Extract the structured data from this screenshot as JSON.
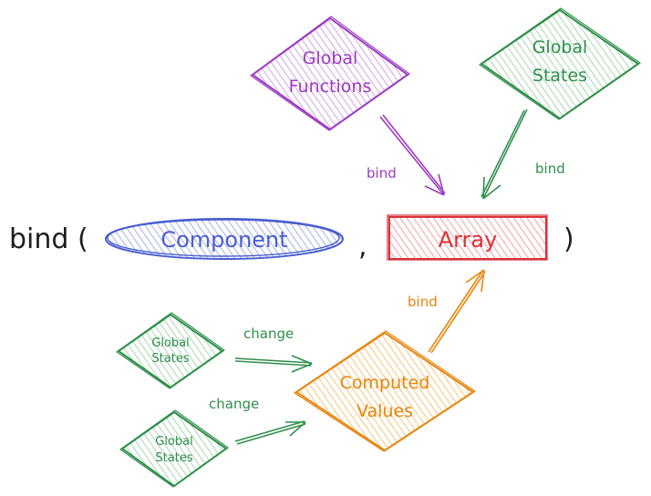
{
  "expression": {
    "prefix": "bind (",
    "comma": ",",
    "suffix": ")"
  },
  "nodes": {
    "component": {
      "label": "Component",
      "color": "#4a5fd0",
      "fill": "#c9d0f5"
    },
    "array": {
      "label": "Array",
      "color": "#d9333b",
      "fill": "#f7b3b6"
    },
    "global_functions": {
      "line1": "Global",
      "line2": "Functions",
      "color": "#9c3bc1",
      "fill": "#d9aee8"
    },
    "global_states_top": {
      "line1": "Global",
      "line2": "States",
      "color": "#2f8f4a",
      "fill": "#bfe3c6"
    },
    "global_states_mid": {
      "line1": "Global",
      "line2": "States",
      "color": "#2f8f4a",
      "fill": "#bfe3c6"
    },
    "global_states_low": {
      "line1": "Global",
      "line2": "States",
      "color": "#2f8f4a",
      "fill": "#bfe3c6"
    },
    "computed_values": {
      "line1": "Computed",
      "line2": "Values",
      "color": "#e8850c",
      "fill": "#f9d39b"
    }
  },
  "edges": {
    "functions_to_array": {
      "label": "bind",
      "color": "#9c3bc1"
    },
    "states_to_array": {
      "label": "bind",
      "color": "#2f8f4a"
    },
    "computed_to_array": {
      "label": "bind",
      "color": "#e8850c"
    },
    "states_mid_to_computed": {
      "label": "change",
      "color": "#2f8f4a"
    },
    "states_low_to_computed": {
      "label": "change",
      "color": "#2f8f4a"
    }
  },
  "text_color": "#1e1e1e"
}
